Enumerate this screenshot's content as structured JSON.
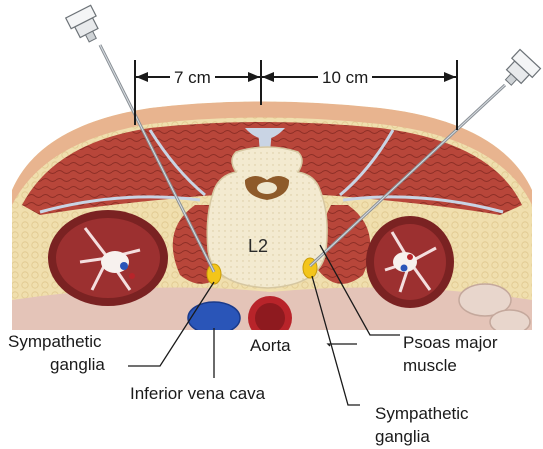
{
  "figure": {
    "vertebra_label": "L2",
    "measurements": {
      "left": "7 cm",
      "right": "10 cm"
    },
    "labels": {
      "sympathetic_ganglia_left": [
        "Sympathetic",
        "ganglia"
      ],
      "aorta": "Aorta",
      "psoas": [
        "Psoas major",
        "muscle"
      ],
      "ivc": "Inferior vena cava",
      "sympathetic_ganglia_right": [
        "Sympathetic",
        "ganglia"
      ]
    },
    "colors": {
      "muscle": "#b8463a",
      "muscle_dark": "#8e2f26",
      "fat": "#f0dfae",
      "skin": "#e8b48f",
      "bone": "#f3ead0",
      "fascia": "#c9d4e4",
      "ganglia": "#f3c51a",
      "aorta": "#b8242a",
      "ivc": "#2a55b8",
      "needle": "#8a9096"
    }
  }
}
